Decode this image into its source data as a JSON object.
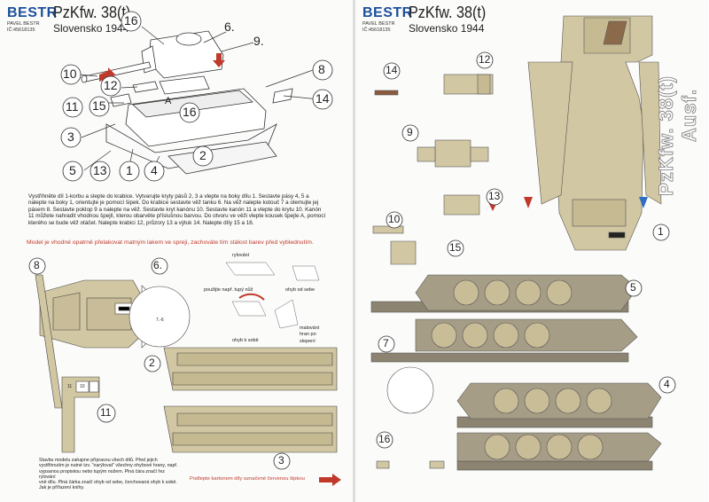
{
  "brand": {
    "name": "BESTR",
    "author": "PAVEL BESTR",
    "ic": "IČ:45618135"
  },
  "title": "PzKfw. 38(t)",
  "subtitle": "Slovensko 1944",
  "side_title_1": "PzKfw. 38(t)",
  "side_title_2": "Ausf.",
  "instructions": [
    "Vystřihněte díl 1-korbu a slepte do krabice. Vytvarujte kryty pásů 2, 3 a vlepte na boky dílu 1. Sestavte pásy 4, 5 a",
    "nalepte na boky 1, orientujte je pomocí šipek. Do krabice sestavte věž tanku 6. Na věž nalepte kotouč 7 a olemujte jej",
    "pásem 8. Sestavte poklop 9 a nalepte na věž. Sestavte kryt kanónu 10. Sestavte kanón 11 a vlepte do krytu 10. Kanón",
    "11 můžete nahradit vhodnou špejlí, kterou obarvěte příslušnou barvou. Do otvoru ve věži vlepte kousek špejle A, pomocí",
    "kterého se bude věž otáčet. Nalepte krabici 12, průzory 13 a výtuk 14.  Nalepte díly 15 a 16."
  ],
  "varnish_note": "Model je vhodné opatrně přelakovat  matným lakem ve spreji, zachováte tím stálost barev před vyblednutím.",
  "legend": {
    "cut": "rylování",
    "tool": "použijte např. tupý nůž",
    "fold_away": "ohyb od sebe",
    "fold_toward": "ohyb k sobě",
    "glue": "malování hran po slepení"
  },
  "bottom_note": [
    "Stavbu modelu zahajme přípravou všech dílů. Před jejich",
    "vystřihnutím je nutné tzv. \"narýlovat\" všechny ohybové hrany, např.",
    "vypsanou propiskou nebo tupým nožem. Plná čára značí řez rylování",
    "vně dílu. Plná čárka značí ohyb od sebe, čerchovaná ohyb k sobě.",
    "Jak je přířazení knihy."
  ],
  "red_note": "Podlepte kartonem díly označené červenou šipkou",
  "callouts_left": [
    "16",
    "6.",
    "9.",
    "10",
    "8",
    "12",
    "11",
    "15",
    "16",
    "14",
    "3",
    "2",
    "5",
    "13",
    "1",
    "4",
    "A"
  ],
  "callouts_left_parts": [
    "8",
    "6.",
    "2",
    "11",
    "3"
  ],
  "callouts_right": [
    "14",
    "12",
    "9",
    "13",
    "10",
    "15",
    "1",
    "5",
    "7",
    "4",
    "16"
  ],
  "small_marks": [
    "7.-6",
    "11",
    "10",
    "A"
  ],
  "colors": {
    "tan": "#d2c7a3",
    "tan_dark": "#b6aa86",
    "track": "#8c8470",
    "wheel": "#c9bd98",
    "outline": "#333333",
    "brand_blue": "#1c4f9c",
    "red": "#c0392b",
    "blue_arrow": "#2e6fc4"
  }
}
